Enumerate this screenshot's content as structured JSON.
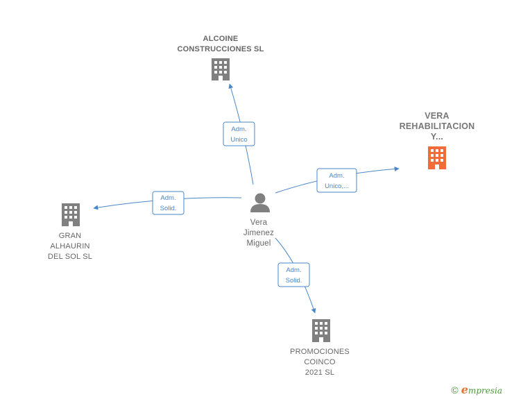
{
  "colors": {
    "edge": "#4a86c8",
    "company": "#808080",
    "highlight": "#f06d3a",
    "person": "#808080"
  },
  "person": {
    "icon": "person-icon",
    "lines": [
      "Vera",
      "Jimenez",
      "Miguel"
    ]
  },
  "companies": [
    {
      "id": "alcoine",
      "icon": "building-icon",
      "lines": [
        "ALCOINE",
        "CONSTRUCCIONES SL"
      ],
      "highlight": false
    },
    {
      "id": "vera",
      "icon": "building-icon",
      "lines": [
        "VERA",
        "REHABILITACION",
        "Y..."
      ],
      "highlight": true
    },
    {
      "id": "gran",
      "icon": "building-icon",
      "lines": [
        "GRAN",
        "ALHAURIN",
        "DEL SOL  SL"
      ],
      "highlight": false
    },
    {
      "id": "promociones",
      "icon": "building-icon",
      "lines": [
        "PROMOCIONES",
        "COINCO",
        "2021  SL"
      ],
      "highlight": false
    }
  ],
  "edges": [
    {
      "to": "alcoine",
      "label": [
        "Adm.",
        "Unico"
      ]
    },
    {
      "to": "vera",
      "label": [
        "Adm.",
        "Unico,..."
      ]
    },
    {
      "to": "gran",
      "label": [
        "Adm.",
        "Solid."
      ]
    },
    {
      "to": "promociones",
      "label": [
        "Adm.",
        "Solid."
      ]
    }
  ],
  "footer": {
    "copyright": "©",
    "brand_initial": "e",
    "brand_rest": "mpresia"
  }
}
